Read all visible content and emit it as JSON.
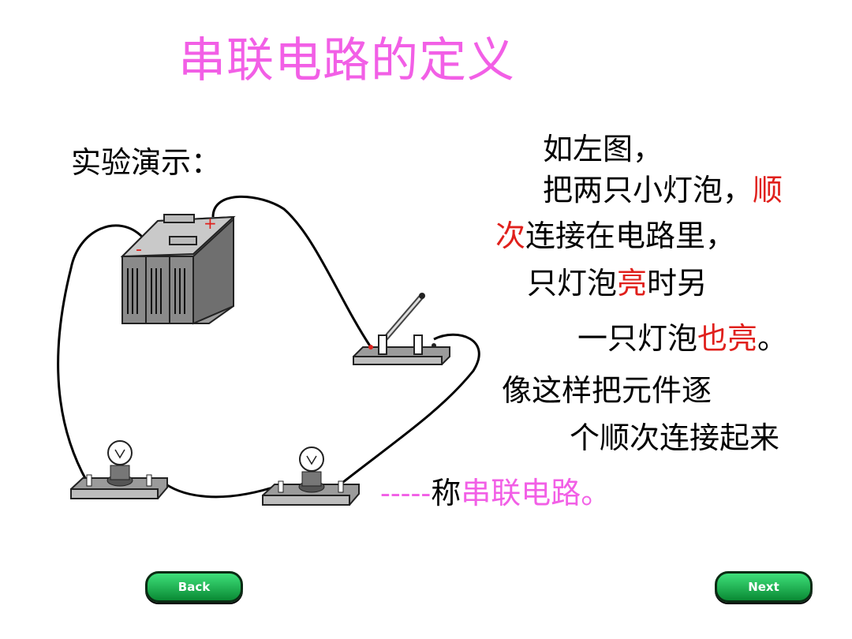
{
  "slide": {
    "title": "串联电路的定义",
    "demo_label": "实验演示：",
    "text": {
      "l1": "如左图，",
      "l2_a": "把两只小灯泡，",
      "l2_b": "顺",
      "l3_a": "次",
      "l3_b": "连接在电路里，",
      "l4_a": "只灯泡",
      "l4_b": "亮",
      "l4_c": "时另",
      "l5_a": "一只灯泡",
      "l5_b": "也亮",
      "l5_c": "。",
      "l6": "像这样把元件逐",
      "l7": "个顺次连接起来",
      "l8_a": "-----",
      "l8_b": "称",
      "l8_c": "串联电路",
      "l8_d": "。"
    }
  },
  "nav": {
    "back_label": "Back",
    "next_label": "Next"
  },
  "diagram": {
    "battery_plus": "+",
    "battery_minus": "-"
  },
  "colors": {
    "title": "#f25fe6",
    "highlight_red": "#e0201c",
    "button_green": "#1fb455"
  }
}
